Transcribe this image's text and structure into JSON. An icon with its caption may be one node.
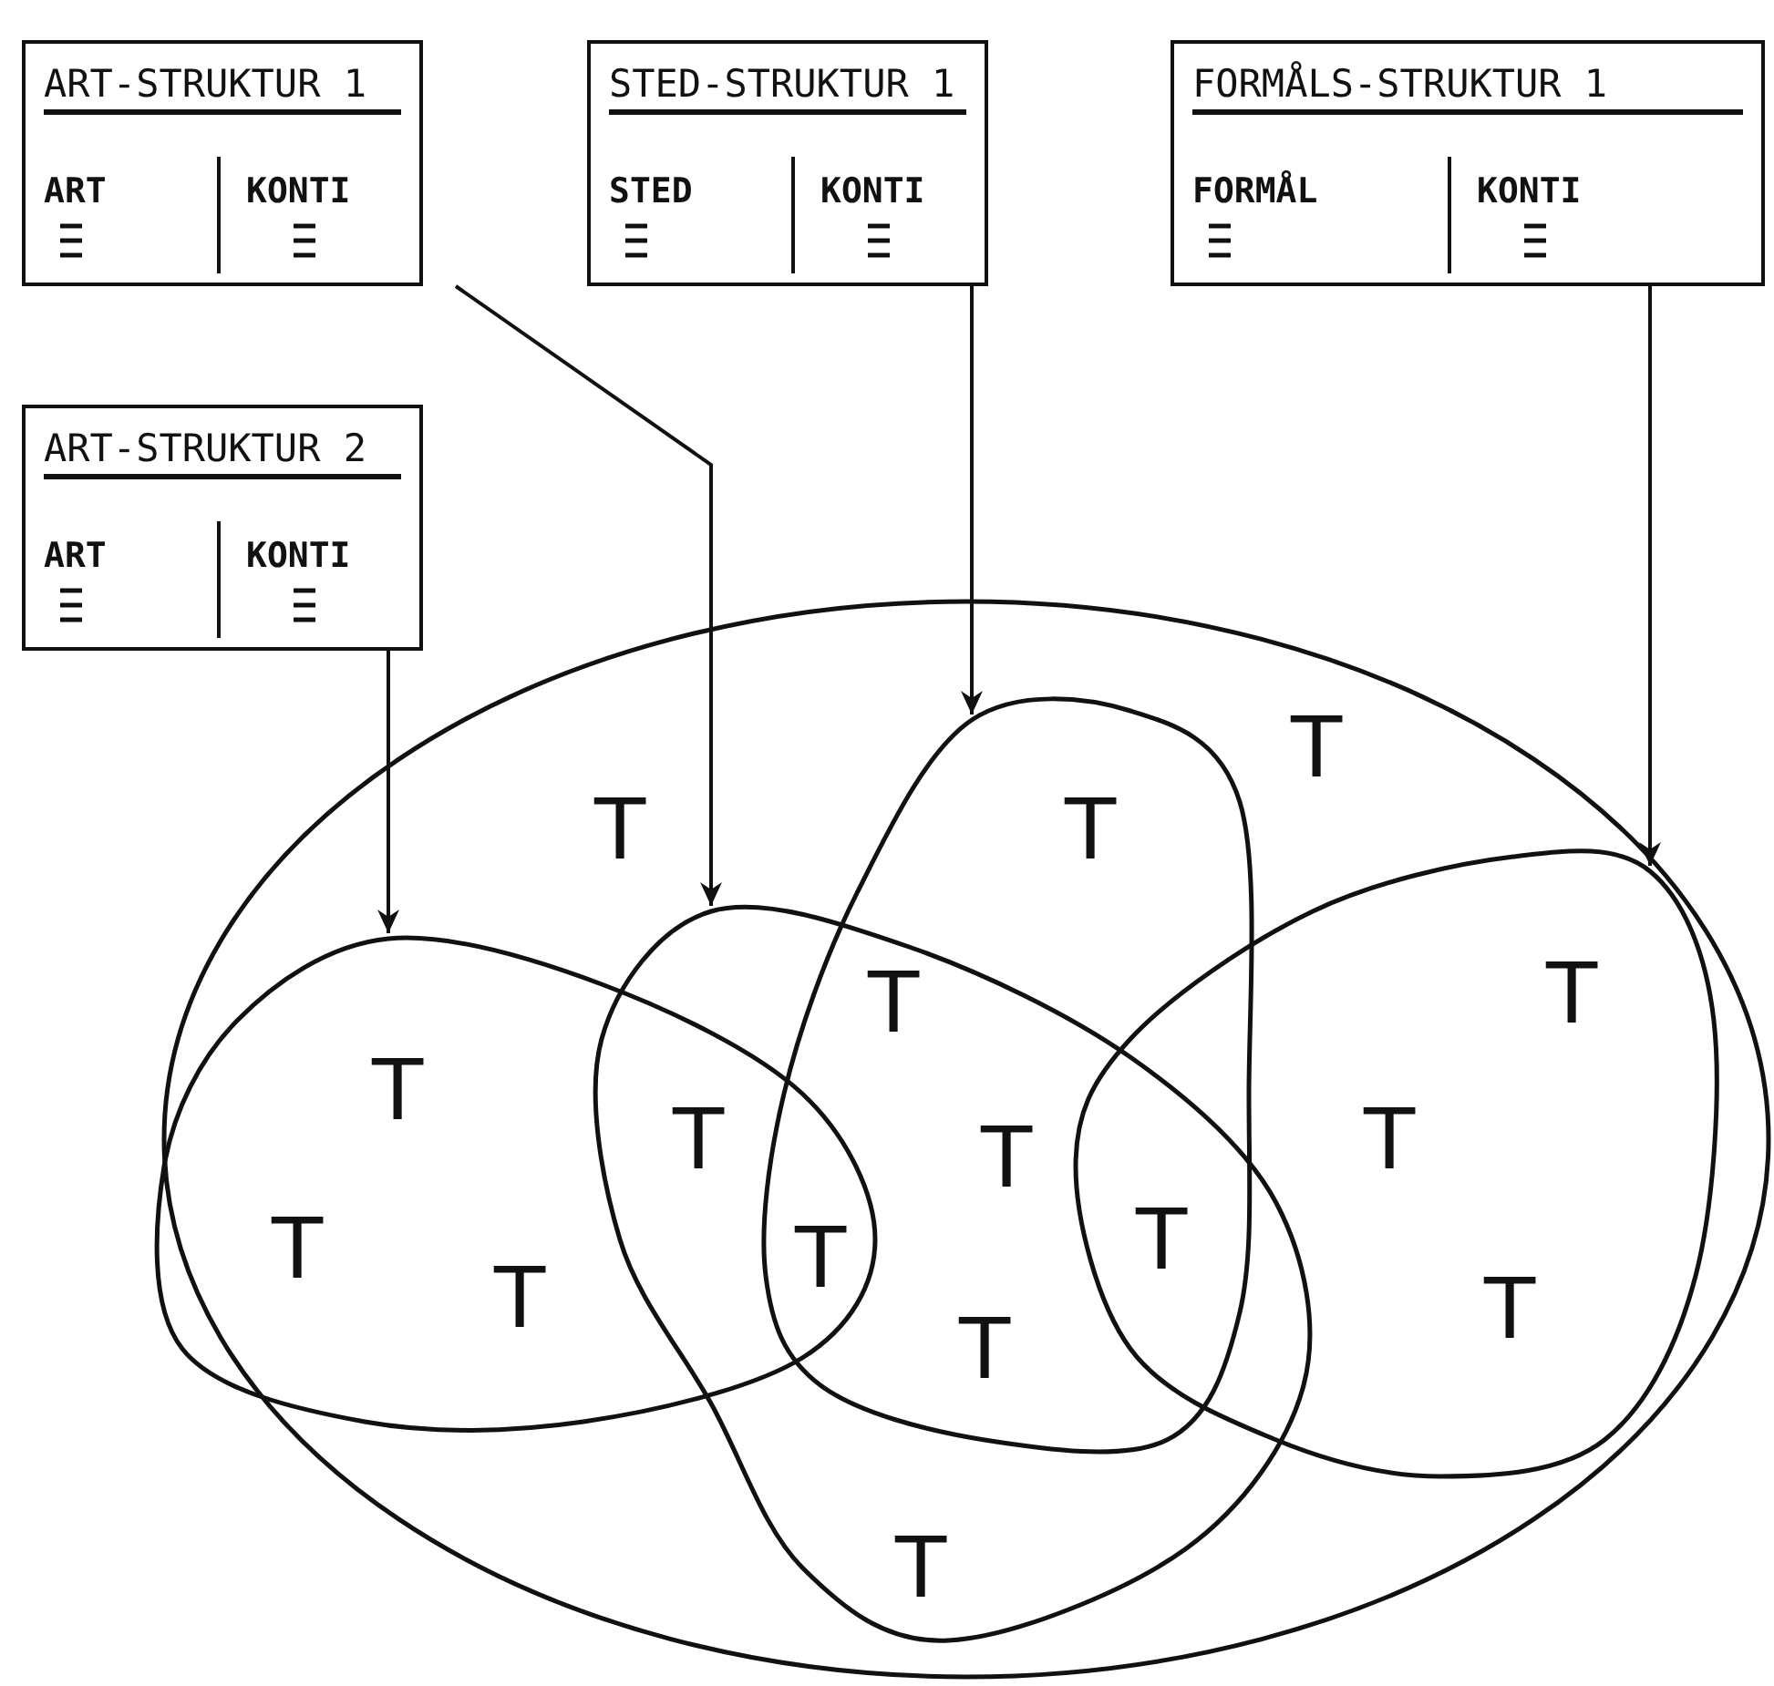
{
  "diagram": {
    "nodes": [
      {
        "text": [
          "ART-STRUKTUR 1",
          "ART",
          "KONTI"
        ]
      },
      {
        "text": [
          "STED-STRUKTUR 1",
          "STED",
          "KONTI"
        ]
      },
      {
        "text": [
          "FORMÅLS-STRUKTUR 1",
          "FORMÅL",
          "KONTI"
        ]
      },
      {
        "text": [
          "ART-STRUKTUR 2",
          "ART",
          "KONTI"
        ]
      },
      {
        "text": [],
        "shape": "ellipse"
      },
      {
        "text": [],
        "shape": "blob",
        "in": 4
      },
      {
        "text": [],
        "shape": "blob",
        "in": 4
      },
      {
        "text": [],
        "shape": "blob",
        "in": 4
      },
      {
        "text": [],
        "shape": "blob",
        "in": 4
      }
    ],
    "edges": [
      {
        "from": 0,
        "to": 6,
        "arrow": "to"
      },
      {
        "from": 1,
        "to": 7,
        "arrow": "to"
      },
      {
        "from": 2,
        "to": 8,
        "arrow": "to"
      },
      {
        "from": 3,
        "to": 5,
        "arrow": "to"
      }
    ],
    "labels": [
      "T",
      "T",
      "T",
      "T",
      "T",
      "T",
      "T",
      "T",
      "T",
      "T",
      "T",
      "T",
      "T",
      "T",
      "T",
      "T"
    ]
  }
}
